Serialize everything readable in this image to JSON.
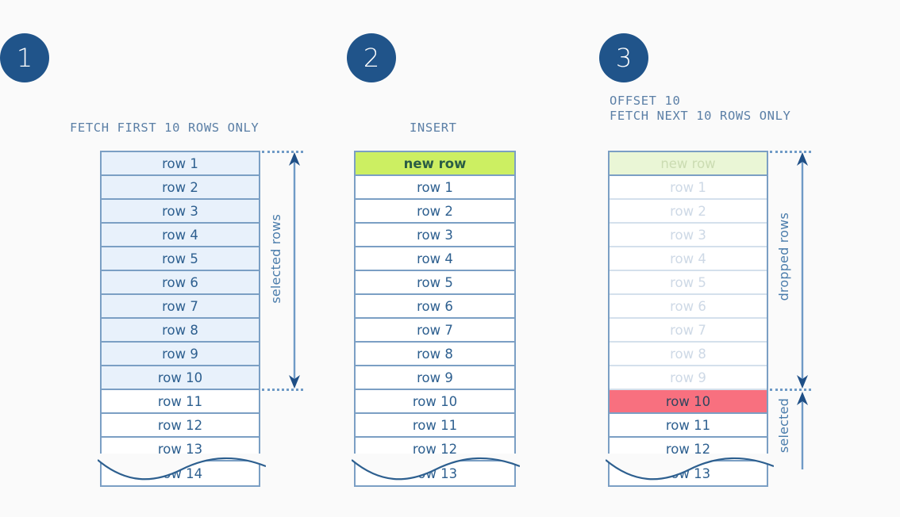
{
  "background_color": "#fafafa",
  "palette": {
    "badge_blue": "#20548a",
    "border_blue": "#7b9fc4",
    "text_blue": "#2d5f8f",
    "caption_blue": "#5b7fa6",
    "selected_fill": "#e8f1fb",
    "new_row_green": "#ccef62",
    "new_row_green_faded": "#eaf6d6",
    "red_fill": "#f8707f",
    "faded_text": "#ced9e6",
    "arrow_blue": "#4a7cab"
  },
  "steps": [
    {
      "number": "1",
      "caption": "FETCH FIRST 10 ROWS ONLY",
      "rows": [
        {
          "label": "row 1",
          "state": "selected"
        },
        {
          "label": "row 2",
          "state": "selected"
        },
        {
          "label": "row 3",
          "state": "selected"
        },
        {
          "label": "row 4",
          "state": "selected"
        },
        {
          "label": "row 5",
          "state": "selected"
        },
        {
          "label": "row 6",
          "state": "selected"
        },
        {
          "label": "row 7",
          "state": "selected"
        },
        {
          "label": "row 8",
          "state": "selected"
        },
        {
          "label": "row 9",
          "state": "selected"
        },
        {
          "label": "row 10",
          "state": "selected"
        },
        {
          "label": "row 11",
          "state": "normal"
        },
        {
          "label": "row 12",
          "state": "normal"
        },
        {
          "label": "row 13",
          "state": "normal"
        },
        {
          "label": "row 14",
          "state": "cut"
        }
      ],
      "brackets": [
        {
          "label": "selected rows",
          "from_row": 0,
          "to_row": 9
        }
      ]
    },
    {
      "number": "2",
      "caption": "INSERT",
      "rows": [
        {
          "label": "new row",
          "state": "new"
        },
        {
          "label": "row 1",
          "state": "normal"
        },
        {
          "label": "row 2",
          "state": "normal"
        },
        {
          "label": "row 3",
          "state": "normal"
        },
        {
          "label": "row 4",
          "state": "normal"
        },
        {
          "label": "row 5",
          "state": "normal"
        },
        {
          "label": "row 6",
          "state": "normal"
        },
        {
          "label": "row 7",
          "state": "normal"
        },
        {
          "label": "row 8",
          "state": "normal"
        },
        {
          "label": "row 9",
          "state": "normal"
        },
        {
          "label": "row 10",
          "state": "normal"
        },
        {
          "label": "row 11",
          "state": "normal"
        },
        {
          "label": "row 12",
          "state": "normal"
        },
        {
          "label": "row 13",
          "state": "cut"
        }
      ],
      "brackets": []
    },
    {
      "number": "3",
      "caption": "OFFSET 10\nFETCH NEXT 10 ROWS ONLY",
      "rows": [
        {
          "label": "new row",
          "state": "new-faded"
        },
        {
          "label": "row 1",
          "state": "faded"
        },
        {
          "label": "row 2",
          "state": "faded"
        },
        {
          "label": "row 3",
          "state": "faded"
        },
        {
          "label": "row 4",
          "state": "faded"
        },
        {
          "label": "row 5",
          "state": "faded"
        },
        {
          "label": "row 6",
          "state": "faded"
        },
        {
          "label": "row 7",
          "state": "faded"
        },
        {
          "label": "row 8",
          "state": "faded"
        },
        {
          "label": "row 9",
          "state": "faded"
        },
        {
          "label": "row 10",
          "state": "red"
        },
        {
          "label": "row 11",
          "state": "normal"
        },
        {
          "label": "row 12",
          "state": "normal"
        },
        {
          "label": "row 13",
          "state": "cut"
        }
      ],
      "brackets": [
        {
          "label": "dropped rows",
          "from_row": 0,
          "to_row": 9
        },
        {
          "label": "selected",
          "from_row": 10,
          "to_row": 13
        }
      ]
    }
  ]
}
